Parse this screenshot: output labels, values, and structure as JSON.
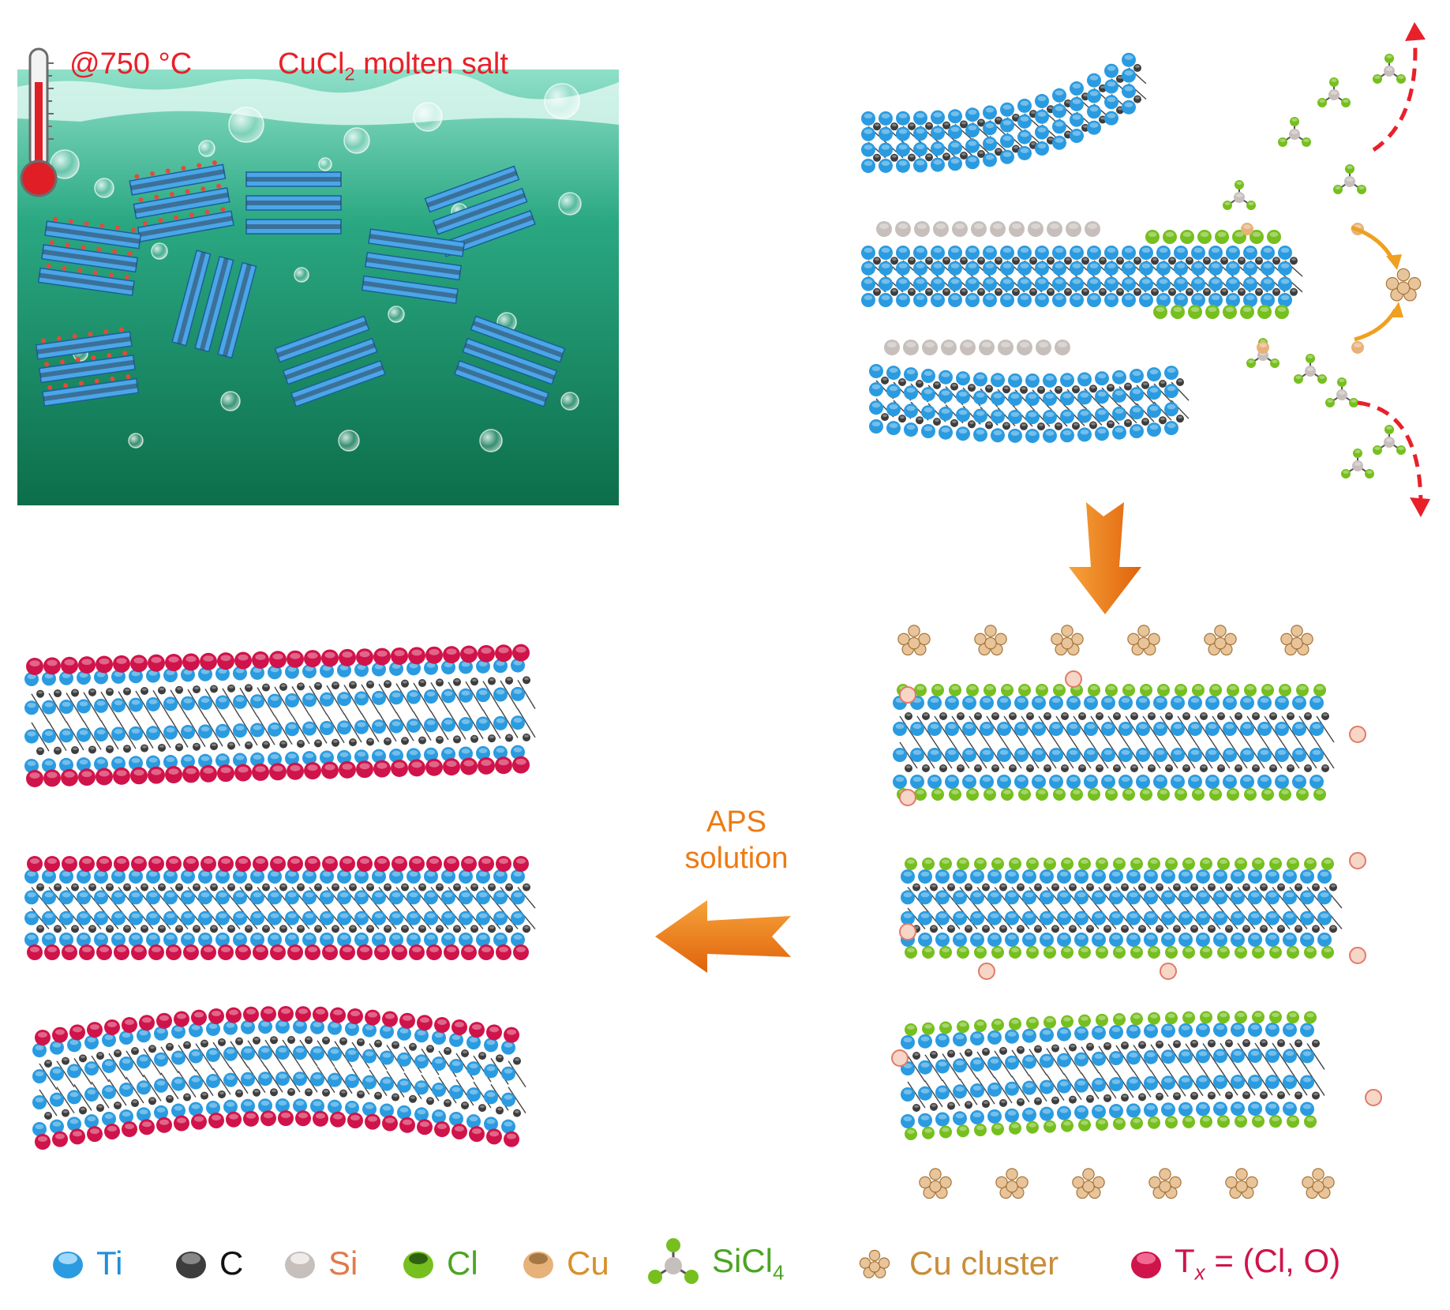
{
  "colors": {
    "ti": "#2a9be0",
    "c": "#3d3d3d",
    "si": "#c7bfbc",
    "cl": "#76bf1e",
    "cu": "#e6b27a",
    "tx": "#d0134a",
    "bath_top": "#7fd6c0",
    "bath_bottom": "#0e7a54",
    "red_label": "#e8202a",
    "orange": "#ee7a12"
  },
  "bath": {
    "temperature": "@750 °C",
    "salt_main": "CuCl",
    "salt_sub": "2",
    "salt_rest": " molten salt"
  },
  "aps": {
    "line1": "APS",
    "line2": "solution"
  },
  "legend": [
    {
      "label": "Ti",
      "color": "#1f8fd8"
    },
    {
      "label": "C",
      "color": "#111111"
    },
    {
      "label": "Si",
      "color": "#e27a4a"
    },
    {
      "label": "Cl",
      "color": "#4aa521"
    },
    {
      "label": "Cu",
      "color": "#d8902a"
    },
    {
      "label": "SiCl",
      "sub": "4",
      "color": "#4aa521"
    },
    {
      "label": "Cu cluster",
      "color": "#c98d38"
    },
    {
      "label": "T",
      "italic": "x",
      "rest": " = (Cl, O)",
      "color": "#d0134a"
    }
  ],
  "icons": {
    "thermometer": "thermometer-icon",
    "down_arrow": "arrow-down-icon",
    "left_arrow": "arrow-left-icon",
    "removal_arrow": "dashed-arrow-icon"
  }
}
